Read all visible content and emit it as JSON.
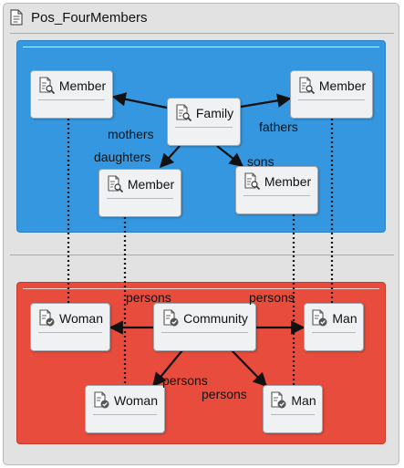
{
  "diagram": {
    "title": "Pos_FourMembers",
    "nodes": [
      {
        "id": "member_tl",
        "label": "Member",
        "icon": "query-document-icon"
      },
      {
        "id": "family",
        "label": "Family",
        "icon": "query-document-icon"
      },
      {
        "id": "member_tr",
        "label": "Member",
        "icon": "query-document-icon"
      },
      {
        "id": "member_bl",
        "label": "Member",
        "icon": "query-document-icon"
      },
      {
        "id": "member_br",
        "label": "Member",
        "icon": "query-document-icon"
      },
      {
        "id": "woman_l",
        "label": "Woman",
        "icon": "checked-document-icon"
      },
      {
        "id": "community",
        "label": "Community",
        "icon": "checked-document-icon"
      },
      {
        "id": "man_r",
        "label": "Man",
        "icon": "checked-document-icon"
      },
      {
        "id": "woman_b",
        "label": "Woman",
        "icon": "checked-document-icon"
      },
      {
        "id": "man_b",
        "label": "Man",
        "icon": "checked-document-icon"
      }
    ],
    "edge_labels": {
      "mothers": "mothers",
      "fathers": "fathers",
      "daughters": "daughters",
      "sons": "sons",
      "persons_left": "persons",
      "persons_right": "persons",
      "persons_bottom_left": "persons",
      "persons_bottom_right": "persons"
    }
  },
  "colors": {
    "blue_panel": "#3597df",
    "red_panel": "#e84c3c",
    "node_fill": "#f0f1f2"
  }
}
